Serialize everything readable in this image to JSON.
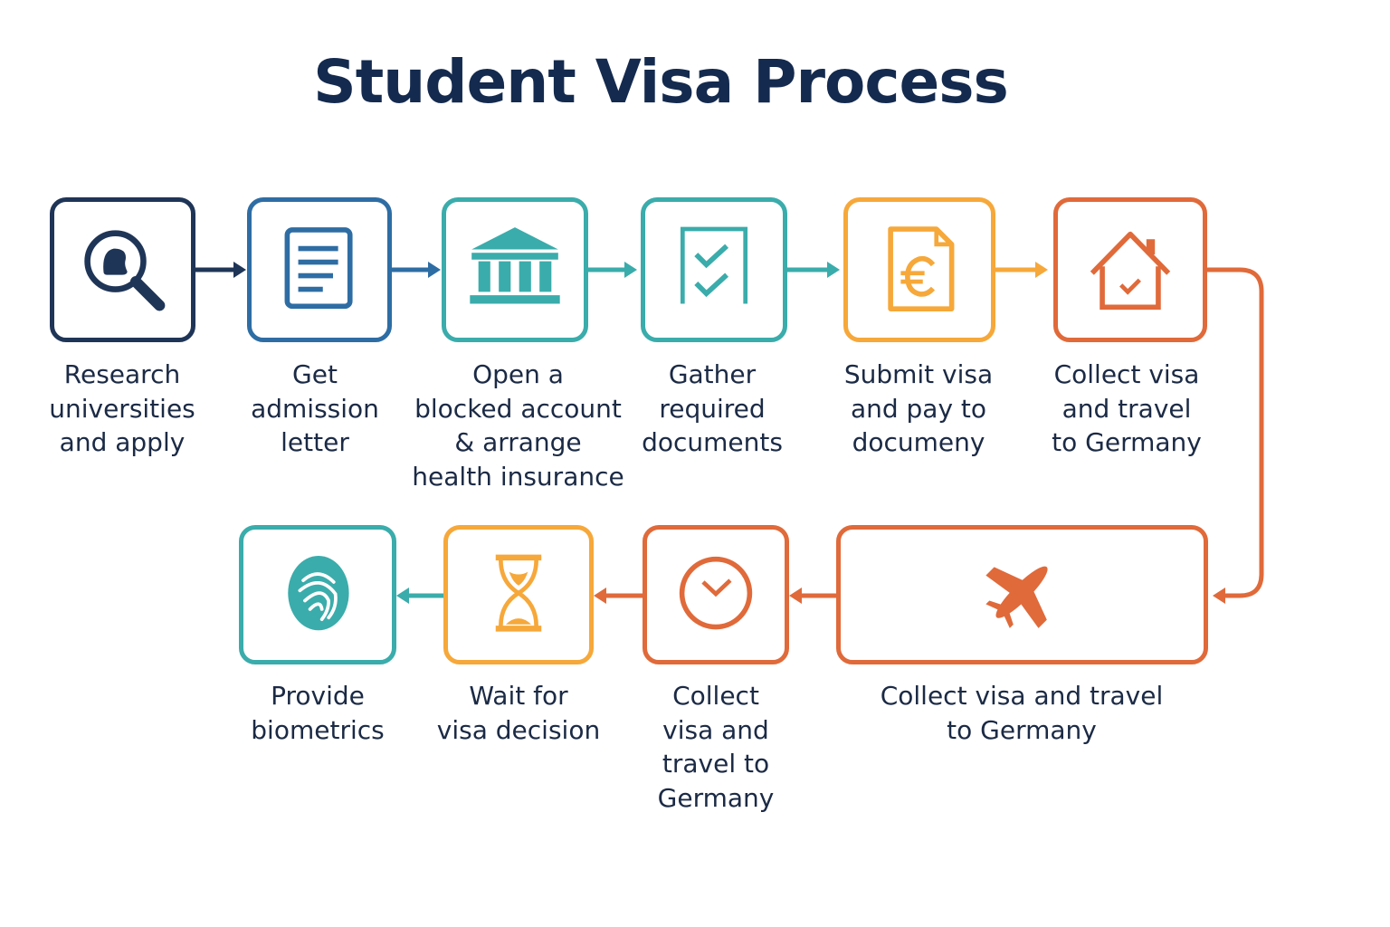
{
  "title": "Student Visa Process",
  "colors": {
    "navy": "#1f3557",
    "blue": "#2e6da4",
    "teal": "#3aacab",
    "orange": "#f6a83a",
    "rust": "#e06a3a",
    "text": "#1b2a45"
  },
  "steps": [
    {
      "label": "Research\nuniversities\nand apply",
      "icon": "magnifier-icon",
      "color": "#1f3557"
    },
    {
      "label": "Get\nadmission\nletter",
      "icon": "document-icon",
      "color": "#2e6da4"
    },
    {
      "label": "Open a\nblocked account\n& arrange\nhealth insurance",
      "icon": "bank-icon",
      "color": "#3aacab"
    },
    {
      "label": "Gather\nrequired\ndocuments",
      "icon": "checklist-icon",
      "color": "#3aacab"
    },
    {
      "label": "Submit visa\nand pay to\ndocumeny",
      "icon": "euro-document-icon",
      "color": "#f6a83a"
    },
    {
      "label": "Collect visa\nand travel\nto Germany",
      "icon": "house-check-icon",
      "color": "#e06a3a"
    },
    {
      "label": "Collect visa and travel\nto Germany",
      "icon": "airplane-icon",
      "color": "#e06a3a"
    },
    {
      "label": "Collect\nvisa and\ntravel to\nGermany",
      "icon": "clock-icon",
      "color": "#e06a3a"
    },
    {
      "label": "Wait for\nvisa decision",
      "icon": "hourglass-icon",
      "color": "#f6a83a"
    },
    {
      "label": "Provide\nbiometrics",
      "icon": "fingerprint-icon",
      "color": "#3aacab"
    }
  ]
}
